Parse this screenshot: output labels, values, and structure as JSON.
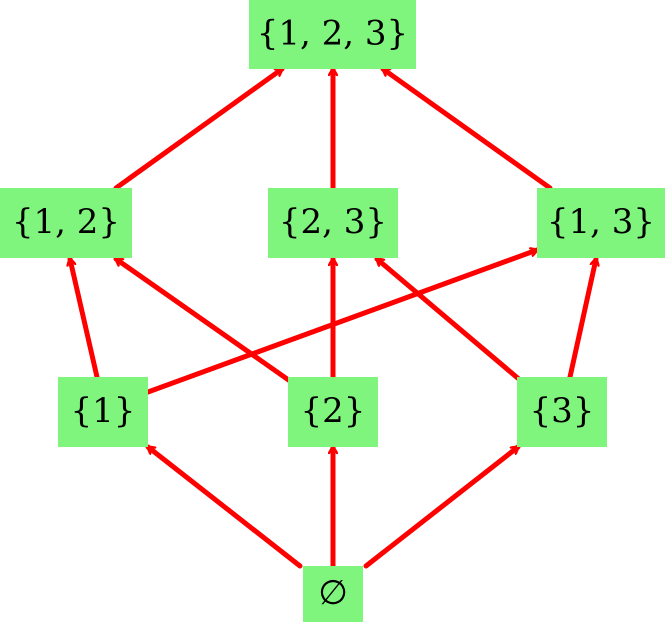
{
  "colors": {
    "node_fill": "#80f57d",
    "edge": "#ff0000",
    "text": "#000000",
    "background": "#ffffff"
  },
  "nodes": {
    "n123": "{1, 2, 3}",
    "n12": "{1, 2}",
    "n23": "{2, 3}",
    "n13": "{1, 3}",
    "n1": "{1}",
    "n2": "{2}",
    "n3": "{3}",
    "empty": "∅"
  },
  "edges": [
    {
      "from": "empty",
      "to": "n1"
    },
    {
      "from": "empty",
      "to": "n2"
    },
    {
      "from": "empty",
      "to": "n3"
    },
    {
      "from": "n1",
      "to": "n12"
    },
    {
      "from": "n1",
      "to": "n13"
    },
    {
      "from": "n2",
      "to": "n12"
    },
    {
      "from": "n2",
      "to": "n23"
    },
    {
      "from": "n3",
      "to": "n23"
    },
    {
      "from": "n3",
      "to": "n13"
    },
    {
      "from": "n12",
      "to": "n123"
    },
    {
      "from": "n23",
      "to": "n123"
    },
    {
      "from": "n13",
      "to": "n123"
    }
  ]
}
